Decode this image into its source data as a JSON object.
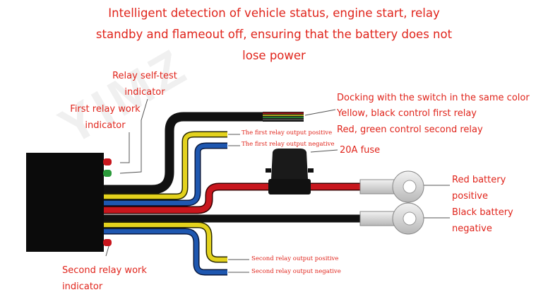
{
  "title": {
    "line1": "Intelligent detection of vehicle status, engine start, relay",
    "line2": "standby and flameout off, ensuring that the battery does not",
    "line3": "lose power"
  },
  "labels": {
    "relay_self_test_1": "Relay self-test",
    "relay_self_test_2": "indicator",
    "first_relay_work_1": "First relay work",
    "first_relay_work_2": "indicator",
    "second_relay_work_1": "Second relay work",
    "second_relay_work_2": "indicator",
    "docking": "Docking with the switch in the same color",
    "yellow_black": "Yellow, black control first relay",
    "red_green": "Red, green control second relay",
    "fuse": "20A fuse",
    "red_battery_1": "Red battery",
    "red_battery_2": "positive",
    "black_battery_1": "Black battery",
    "black_battery_2": "negative",
    "first_out_pos": "The first relay output positive",
    "first_out_neg": "The first relay output negative",
    "second_out_pos": "Second relay output positive",
    "second_out_neg": "Second relay output negative"
  },
  "watermark": "YIMZ",
  "colors": {
    "label_red": "#e0241b",
    "wire_black": "#111111",
    "wire_red": "#c8161d",
    "wire_yellow": "#e3d21d",
    "wire_blue": "#1e57b0",
    "wire_green": "#2b9a3a",
    "terminal": "#d2d2d2"
  }
}
